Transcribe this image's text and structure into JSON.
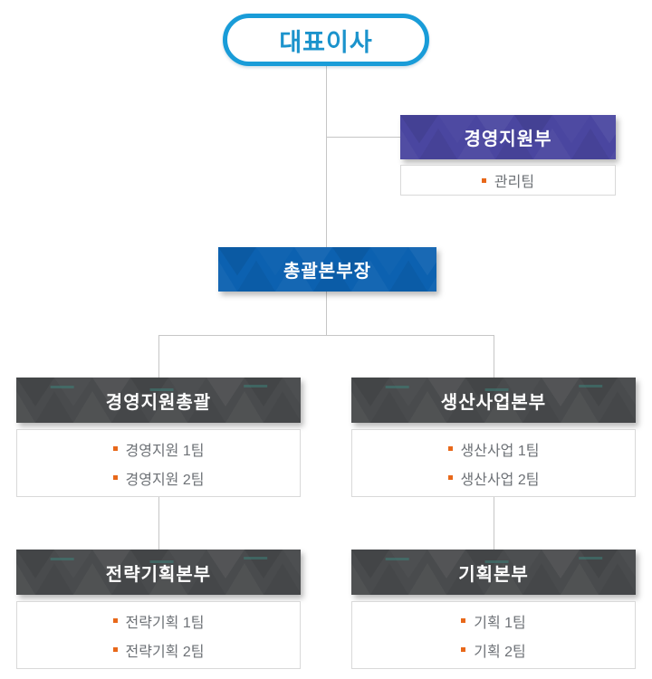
{
  "org": {
    "root": {
      "label": "대표이사"
    },
    "support_dept": {
      "title": "경영지원부",
      "teams": [
        {
          "label": "관리팀"
        }
      ]
    },
    "director": {
      "label": "총괄본부장"
    },
    "divisions": [
      {
        "title": "경영지원총괄",
        "teams": [
          {
            "label": "경영지원 1팀"
          },
          {
            "label": "경영지원 2팀"
          }
        ]
      },
      {
        "title": "생산사업본부",
        "teams": [
          {
            "label": "생산사업 1팀"
          },
          {
            "label": "생산사업 2팀"
          }
        ]
      },
      {
        "title": "전략기획본부",
        "teams": [
          {
            "label": "전략기획 1팀"
          },
          {
            "label": "전략기획 2팀"
          }
        ]
      },
      {
        "title": "기획본부",
        "teams": [
          {
            "label": "기획 1팀"
          },
          {
            "label": "기획 2팀"
          }
        ]
      }
    ],
    "colors": {
      "root_border": "#199cd8",
      "root_text": "#1b93cc",
      "staff_box": "#4a46a0",
      "director_box": "#0c61b0",
      "division_box": "#494b4d",
      "bullet": "#e8681a",
      "team_text": "#6d7176",
      "connector": "#c6c6c6",
      "list_border": "#d9d9d9"
    }
  }
}
